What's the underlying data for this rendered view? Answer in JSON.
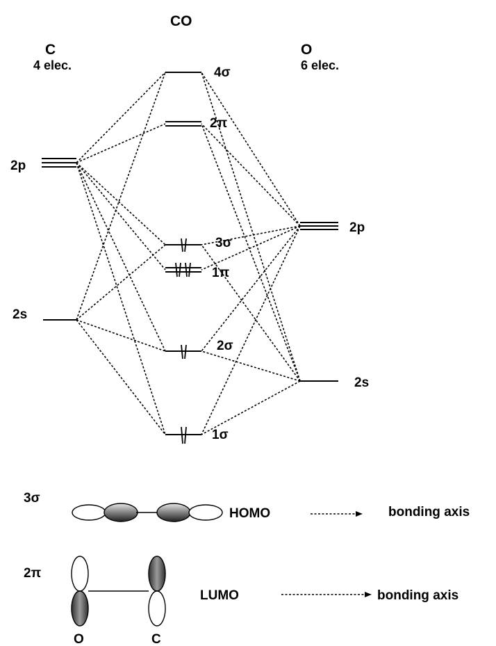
{
  "title": "CO",
  "left_atom": {
    "symbol": "C",
    "electrons": "4  elec.",
    "orbitals": [
      "2p",
      "2s"
    ]
  },
  "right_atom": {
    "symbol": "O",
    "electrons": "6  elec.",
    "orbitals": [
      "2p",
      "2s"
    ]
  },
  "molecular_orbitals": [
    {
      "label": "4σ",
      "electrons": 0
    },
    {
      "label": "2π",
      "electrons": 0
    },
    {
      "label": "3σ",
      "electrons": 2
    },
    {
      "label": "1π",
      "electrons": 4
    },
    {
      "label": "2σ",
      "electrons": 2
    },
    {
      "label": "1σ",
      "electrons": 2
    }
  ],
  "homo": {
    "orbital": "3σ",
    "name": "HOMO",
    "axis": "bonding axis"
  },
  "lumo": {
    "orbital": "2π",
    "name": "LUMO",
    "axis": "bonding axis"
  },
  "atom_labels_bottom": [
    "O",
    "C"
  ]
}
